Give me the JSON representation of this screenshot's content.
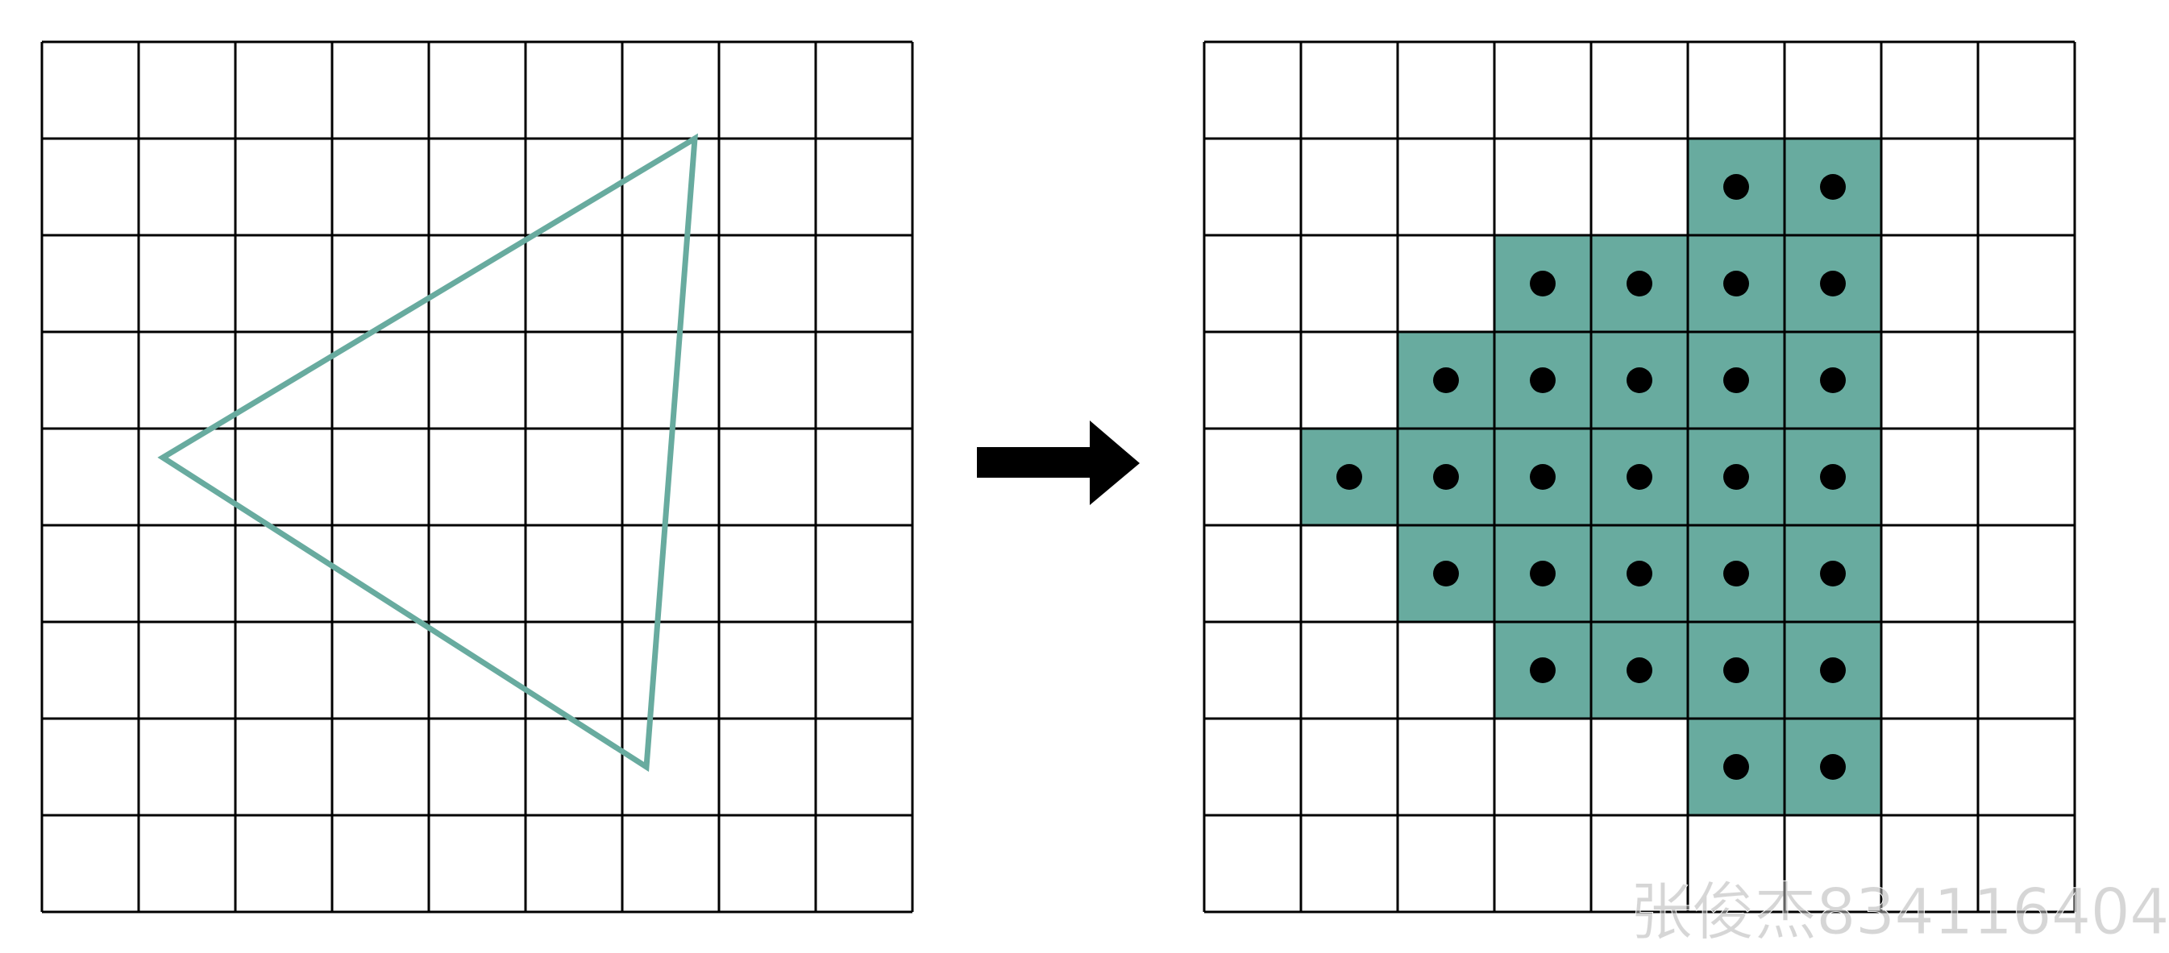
{
  "grid": {
    "rows": 9,
    "cols": 9
  },
  "colors": {
    "fill": "#68ab9f",
    "stroke": "#68ab9f",
    "grid_line": "#000000",
    "dot": "#000000",
    "arrow": "#000000",
    "background": "#ffffff"
  },
  "triangle": {
    "vertices": [
      {
        "col": 6.75,
        "row": 1.0
      },
      {
        "col": 1.25,
        "row": 4.3
      },
      {
        "col": 6.25,
        "row": 7.5
      }
    ]
  },
  "rasterized_cells": [
    {
      "row": 1,
      "cols": [
        5,
        6
      ]
    },
    {
      "row": 2,
      "cols": [
        3,
        4,
        5,
        6
      ]
    },
    {
      "row": 3,
      "cols": [
        2,
        3,
        4,
        5,
        6
      ]
    },
    {
      "row": 4,
      "cols": [
        1,
        2,
        3,
        4,
        5,
        6
      ]
    },
    {
      "row": 5,
      "cols": [
        2,
        3,
        4,
        5,
        6
      ]
    },
    {
      "row": 6,
      "cols": [
        3,
        4,
        5,
        6
      ]
    },
    {
      "row": 7,
      "cols": [
        5,
        6
      ]
    }
  ],
  "arrow_icon": "right-arrow-icon",
  "watermark": {
    "text": "张俊杰834116404"
  }
}
